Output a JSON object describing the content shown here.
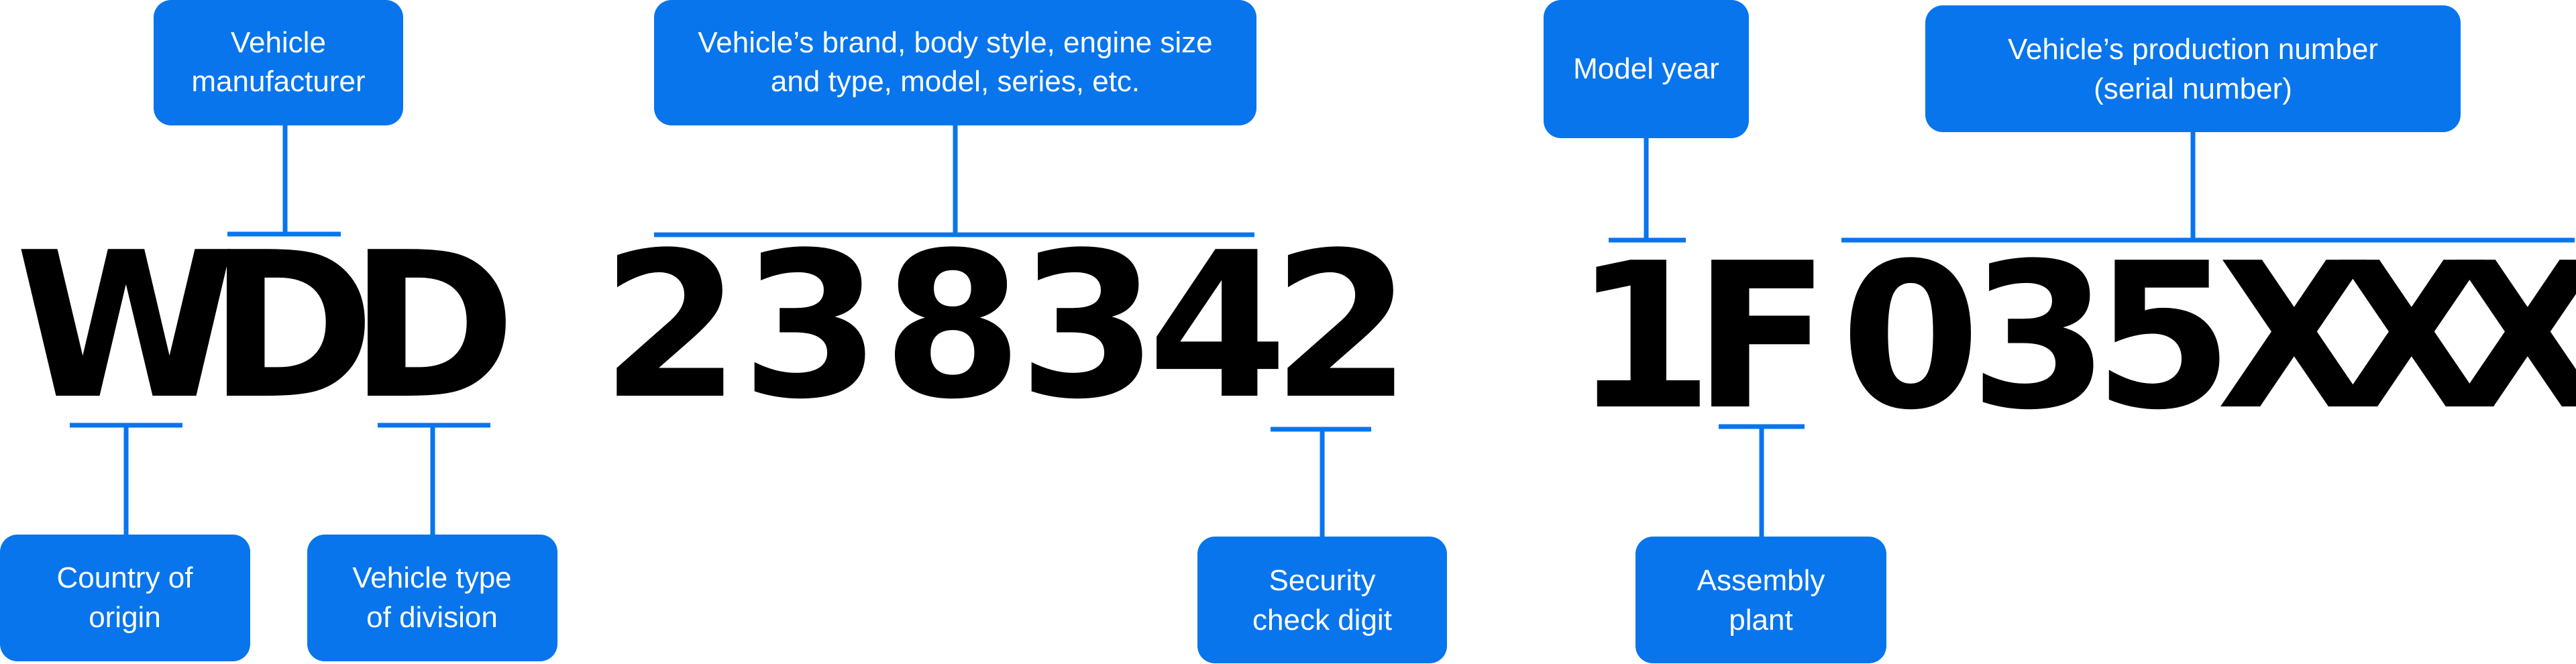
{
  "colors": {
    "accent": "#0875ec",
    "label_text": "#ffffff",
    "vin_text": "#000000",
    "background": "#ffffff"
  },
  "vin": {
    "characters": [
      "W",
      "D",
      "D",
      "2",
      "3",
      "8",
      "3",
      "4",
      "2",
      "1",
      "F",
      "0",
      "3",
      "5",
      "X",
      "X",
      "X"
    ]
  },
  "labels": {
    "vehicle_manufacturer": [
      "Vehicle",
      "manufacturer"
    ],
    "vehicle_attributes": [
      "Vehicle’s brand, body style, engine size",
      "and type, model, series, etc."
    ],
    "model_year": [
      "Model year"
    ],
    "production_number": [
      "Vehicle’s production number",
      "(serial number)"
    ],
    "country_of_origin": [
      "Country of",
      "origin"
    ],
    "vehicle_type_division": [
      "Vehicle type",
      "of division"
    ],
    "security_check_digit": [
      "Security",
      "check digit"
    ],
    "assembly_plant": [
      "Assembly",
      "plant"
    ]
  }
}
